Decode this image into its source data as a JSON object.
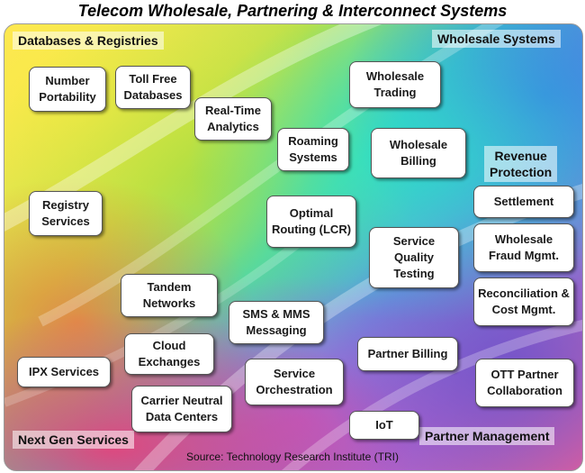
{
  "title": "Telecom Wholesale, Partnering & Interconnect Systems",
  "corners": {
    "top_left": "Databases & Registries",
    "top_right": "Wholesale Systems",
    "bottom_left": "Next Gen Services",
    "bottom_right": "Partner Management",
    "revenue_protection": "Revenue\nProtection"
  },
  "boxes": {
    "number_portability": "Number\nPortability",
    "toll_free": "Toll Free\nDatabases",
    "real_time": "Real-Time\nAnalytics",
    "wholesale_trading": "Wholesale\nTrading",
    "roaming": "Roaming\nSystems",
    "wholesale_billing": "Wholesale\nBilling",
    "registry": "Registry\nServices",
    "optimal_routing": "Optimal\nRouting (LCR)",
    "sqt": "Service\nQuality\nTesting",
    "settlement": "Settlement",
    "fraud": "Wholesale\nFraud Mgmt.",
    "tandem": "Tandem\nNetworks",
    "sms": "SMS & MMS\nMessaging",
    "reconciliation": "Reconciliation &\nCost Mgmt.",
    "cloud": "Cloud\nExchanges",
    "ipx": "IPX Services",
    "partner_billing": "Partner Billing",
    "orchestration": "Service\nOrchestration",
    "ott": "OTT Partner\nCollaboration",
    "carrier": "Carrier Neutral\nData Centers",
    "iot": "IoT"
  },
  "source": "Source: Technology Research Institute (TRI)"
}
